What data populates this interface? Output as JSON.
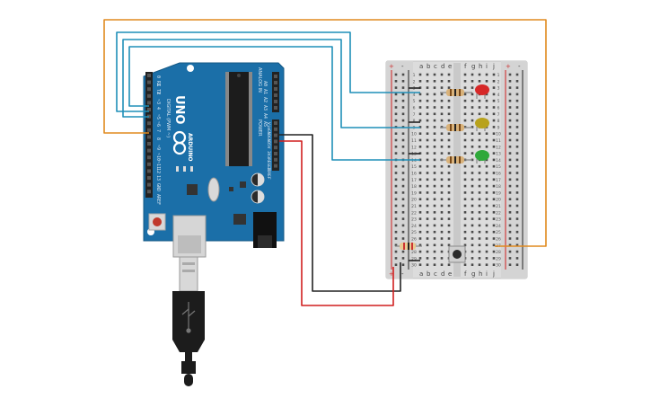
{
  "board": {
    "brand": "UNO",
    "maker": "ARDUINO",
    "digital_header": "DIGITAL (PWM ~)",
    "analog_header": "ANALOG IN",
    "power_header": "POWER",
    "aref": "AREF",
    "gnd": "GND",
    "digital_pins": [
      "0 RX",
      "1 TX",
      "2",
      "~3",
      "4",
      "~5",
      "~6",
      "7",
      "8",
      "~9",
      "~10",
      "~11",
      "12",
      "13"
    ],
    "analog_pins": [
      "A0",
      "A1",
      "A2",
      "A3",
      "A4",
      "A5"
    ],
    "power_pins": [
      "Vin",
      "GND",
      "GND",
      "5V",
      "3V3",
      "RESET",
      "IOREF"
    ]
  },
  "breadboard": {
    "columns_left": [
      "a",
      "b",
      "c",
      "d",
      "e"
    ],
    "columns_right": [
      "f",
      "g",
      "h",
      "i",
      "j"
    ],
    "plus": "+",
    "minus": "-",
    "row_count": 30
  },
  "components": {
    "leds": [
      {
        "name": "red-led",
        "color": "#d62828",
        "row": 3
      },
      {
        "name": "yellow-led",
        "color": "#b8a21c",
        "row": 8
      },
      {
        "name": "green-led",
        "color": "#2fa83a",
        "row": 13
      }
    ],
    "resistor_color": "#d9b27a",
    "button_name": "pushbutton"
  },
  "wires": {
    "blue": "#1f8fb8",
    "orange": "#e08a1e",
    "black": "#222222",
    "red": "#d11f1f"
  }
}
